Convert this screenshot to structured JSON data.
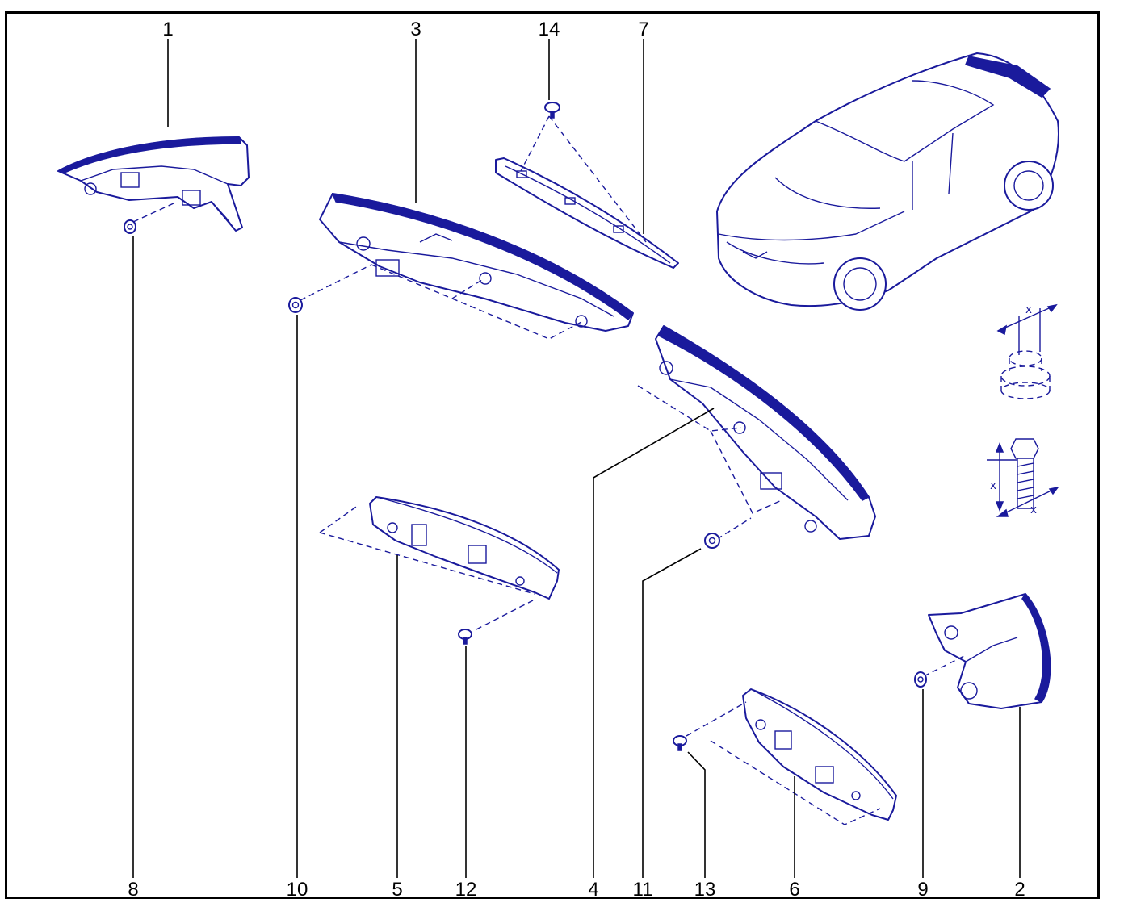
{
  "diagram": {
    "callouts": {
      "c1": "1",
      "c2": "2",
      "c3": "3",
      "c4": "4",
      "c5": "5",
      "c6": "6",
      "c7": "7",
      "c8": "8",
      "c9": "9",
      "c10": "10",
      "c11": "11",
      "c12": "12",
      "c13": "13",
      "c14": "14"
    },
    "dimension_labels": {
      "x1": "x",
      "x2": "x",
      "x3": "x"
    },
    "colors": {
      "line_art": "#1a1a9c",
      "callout_text": "#000000",
      "frame": "#000000",
      "background": "#ffffff"
    }
  }
}
